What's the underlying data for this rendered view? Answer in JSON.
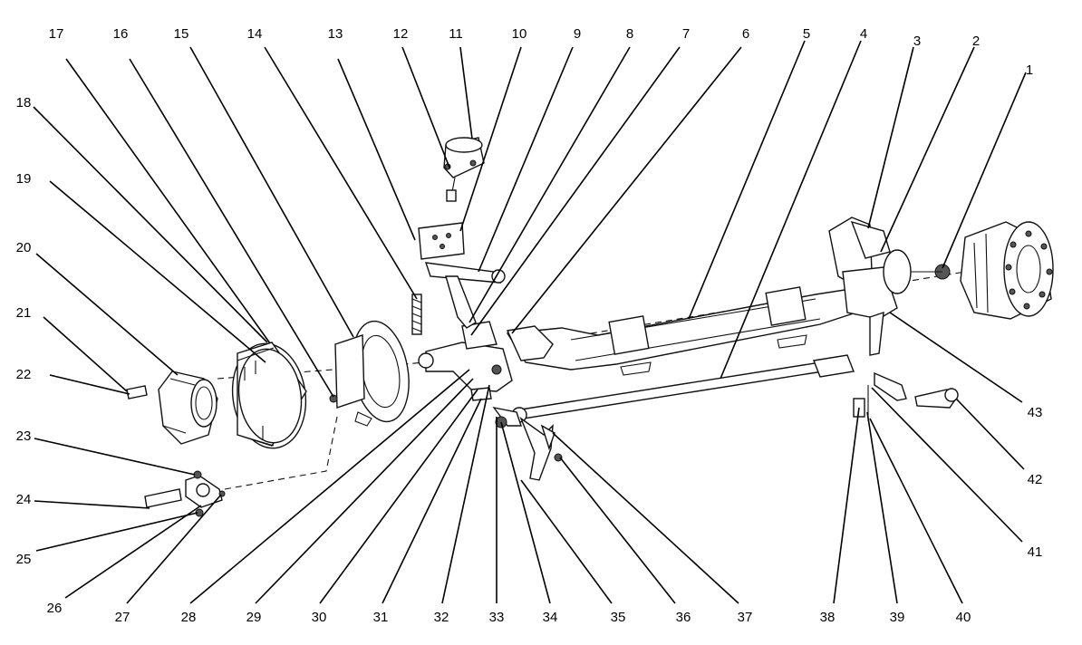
{
  "diagram": {
    "callouts": [
      "1",
      "2",
      "3",
      "4",
      "5",
      "6",
      "7",
      "8",
      "9",
      "10",
      "11",
      "12",
      "13",
      "14",
      "15",
      "16",
      "17",
      "18",
      "19",
      "20",
      "21",
      "22",
      "23",
      "24",
      "25",
      "26",
      "27",
      "28",
      "29",
      "30",
      "31",
      "32",
      "33",
      "34",
      "35",
      "36",
      "37",
      "38",
      "39",
      "40",
      "41",
      "42",
      "43"
    ]
  }
}
